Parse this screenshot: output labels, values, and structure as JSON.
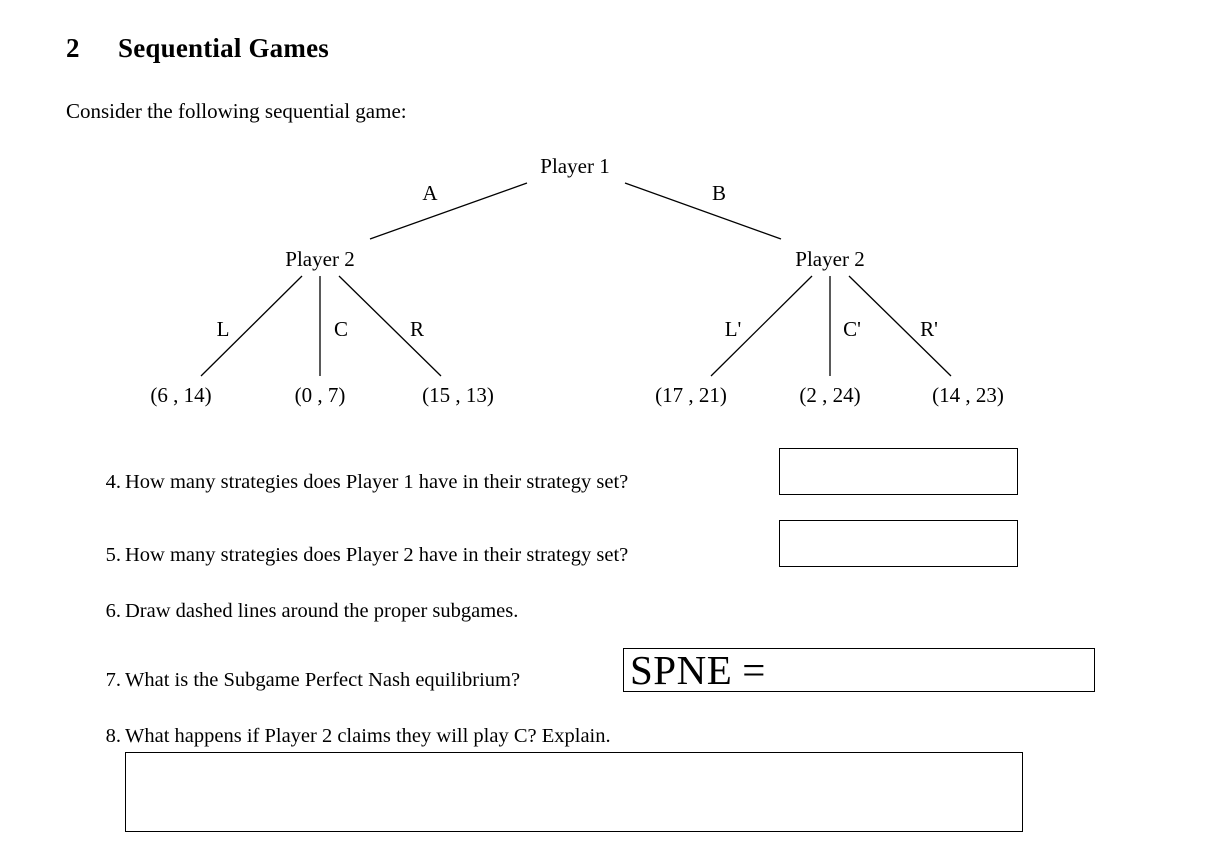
{
  "section": {
    "number": "2",
    "title": "Sequential Games"
  },
  "intro": "Consider the following sequential game:",
  "game_tree": {
    "root": {
      "label": "Player 1",
      "actions": [
        "A",
        "B"
      ]
    },
    "left_subtree": {
      "label": "Player 2",
      "actions": [
        "L",
        "C",
        "R"
      ],
      "payoffs": [
        "(6 , 14)",
        "(0 , 7)",
        "(15 , 13)"
      ]
    },
    "right_subtree": {
      "label": "Player 2",
      "actions": [
        "L'",
        "C'",
        "R'"
      ],
      "payoffs": [
        "(17 , 21)",
        "(2 , 24)",
        "(14 , 23)"
      ]
    }
  },
  "questions": [
    {
      "number": "4.",
      "text": "How many strategies does Player 1 have in their strategy set?",
      "answer": ""
    },
    {
      "number": "5.",
      "text": "How many strategies does Player 2 have in their strategy set?",
      "answer": ""
    },
    {
      "number": "6.",
      "text": "Draw dashed lines around the proper subgames."
    },
    {
      "number": "7.",
      "text": "What is the Subgame Perfect Nash equilibrium?",
      "spne_label": "SPNE",
      "spne_equals": "=",
      "answer": ""
    },
    {
      "number": "8.",
      "text": "What happens if Player 2 claims they will play C? Explain.",
      "answer": ""
    }
  ],
  "colors": {
    "ink": "#000000",
    "page": "#ffffff"
  }
}
